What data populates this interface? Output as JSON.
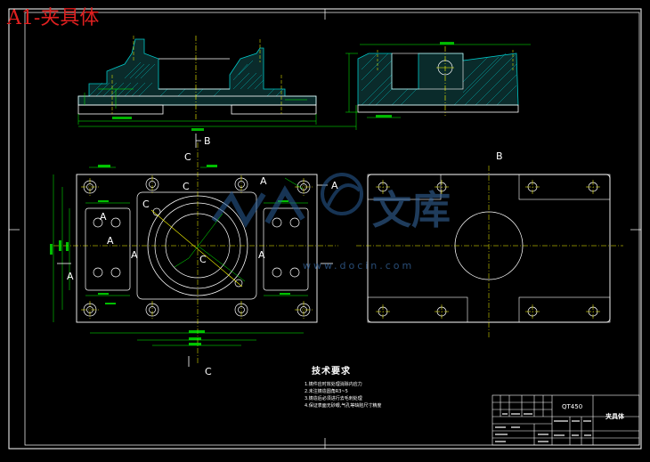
{
  "title": "A1-夹具体",
  "watermark": {
    "brand": "文库",
    "url": "www.docin.com"
  },
  "section_labels": {
    "b_top": "B",
    "c_top": "C",
    "b_right": "B",
    "c_bottom": "C",
    "a_left": "A",
    "a_right": "A",
    "a_upper_right": "A",
    "a_inner_1": "A",
    "a_inner_2": "A",
    "a_inner_3": "A",
    "a_inner_4": "A",
    "c_center": "C",
    "c_upper": "C",
    "c_upper2": "C"
  },
  "tech_requirements": {
    "title": "技术要求",
    "items": [
      "1.铸件应时效处理消除内应力",
      "2.未注铸造圆角R3~5",
      "3.铸造后必须进行去毛刺处理",
      "4.保证表面无砂眼,气孔等缺陷尺寸精度"
    ]
  },
  "title_block": {
    "material": "QT450",
    "part_name": "夹具体"
  },
  "colors": {
    "outline": "#ffffff",
    "centerline": "#ffff00",
    "hatch": "#00c8c8",
    "dimension": "#00ff00",
    "title": "#e02020",
    "border": "#ffffff"
  }
}
